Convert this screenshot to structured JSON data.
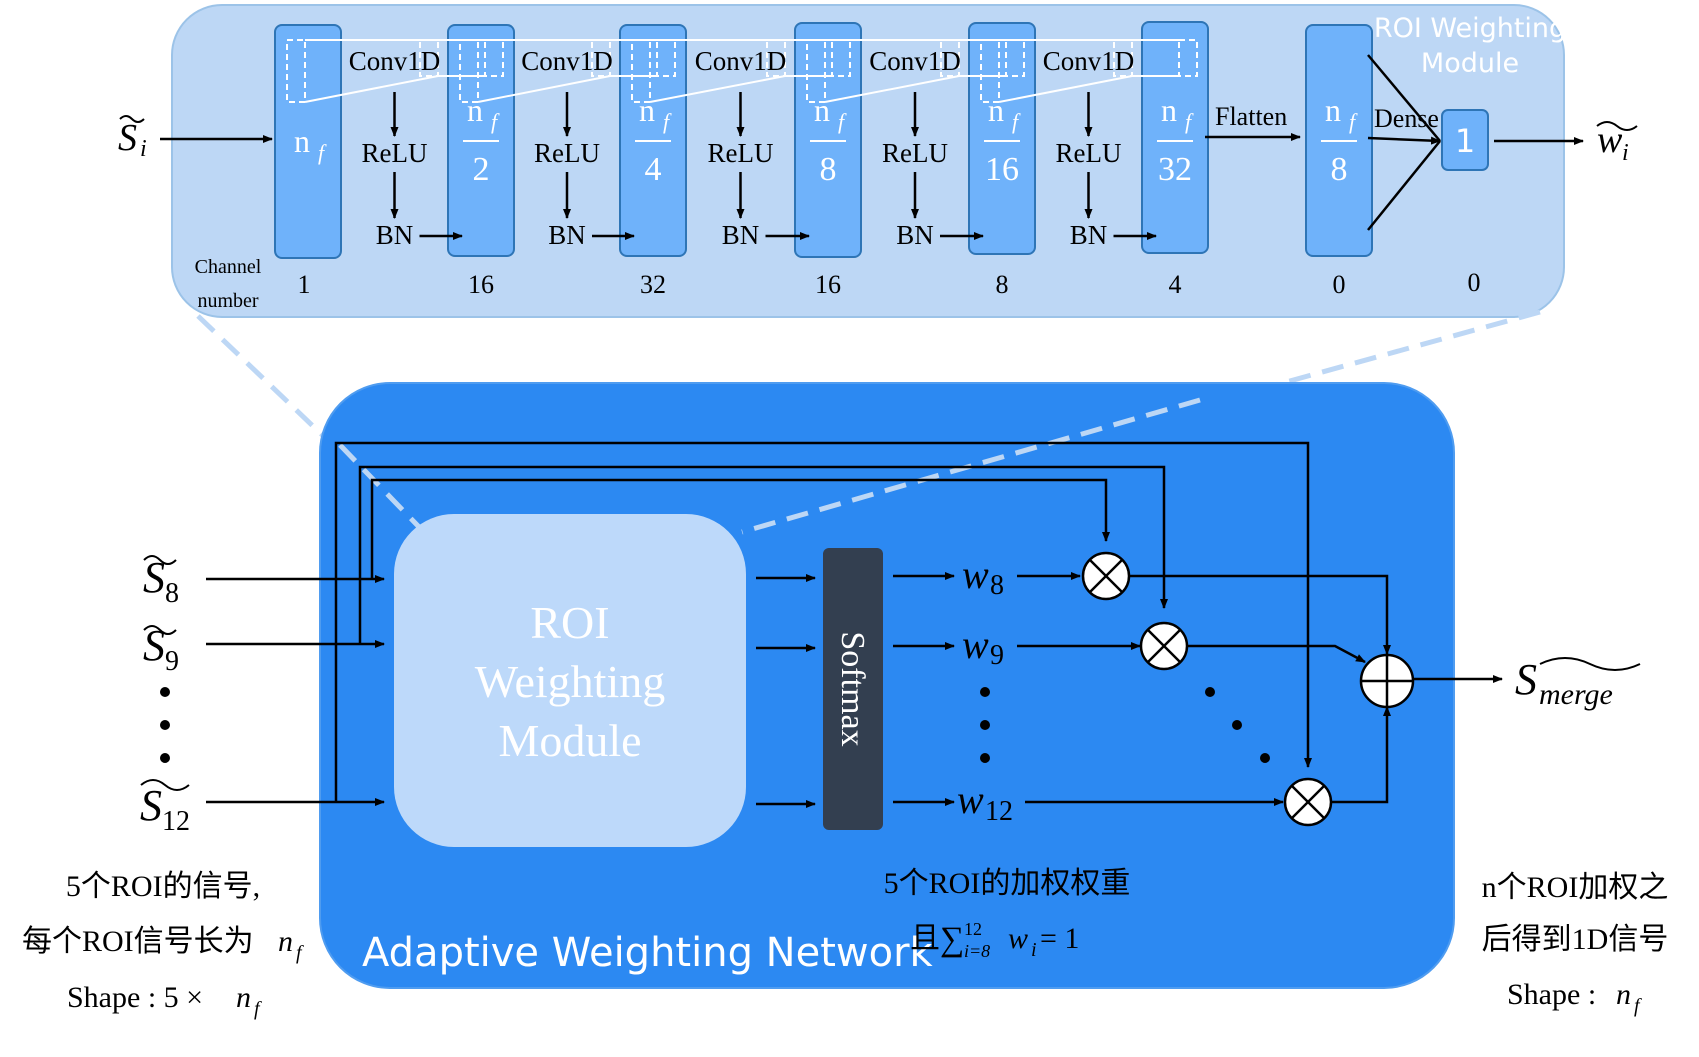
{
  "detail": {
    "input_symbol": "S",
    "input_sub": "i",
    "output_symbol": "w",
    "output_sub": "i",
    "module_label_line1": "ROI Weighting",
    "module_label_line2": "Module",
    "channel_label_line1": "Channel",
    "channel_label_line2": "number",
    "ops": [
      "Conv1D",
      "ReLU",
      "BN"
    ],
    "flatten": "Flatten",
    "dense": "Dense",
    "nf": "n",
    "nf_sub": "f",
    "blocks": [
      {
        "den": "",
        "channels": "1"
      },
      {
        "den": "2",
        "channels": "16"
      },
      {
        "den": "4",
        "channels": "32"
      },
      {
        "den": "8",
        "channels": "16"
      },
      {
        "den": "16",
        "channels": "8"
      },
      {
        "den": "32",
        "channels": "4"
      },
      {
        "den": "8",
        "channels": "0"
      }
    ],
    "output_box": {
      "value": "1",
      "channels": "0"
    }
  },
  "network": {
    "title": "Adaptive Weighting Network",
    "module_lines": [
      "ROI",
      "Weighting",
      "Module"
    ],
    "softmax": "Softmax",
    "inputs": [
      {
        "symbol": "S",
        "sub": "8"
      },
      {
        "symbol": "S",
        "sub": "9"
      },
      {
        "symbol": "S",
        "sub": "12"
      }
    ],
    "weights": [
      {
        "symbol": "w",
        "sub": "8"
      },
      {
        "symbol": "w",
        "sub": "9"
      },
      {
        "symbol": "w",
        "sub": "12"
      }
    ],
    "output": {
      "symbol": "S",
      "sub": "merge"
    }
  },
  "captions": {
    "left_line1": "5个ROI的信号,",
    "left_line2": "每个ROI信号长为",
    "left_line3": "Shape : 5 ×",
    "middle_line1": "5个ROI的加权权重",
    "middle_line2_prefix": "且",
    "middle_sum_sup": "12",
    "middle_sum_sub": "i=8",
    "middle_line2_suffix": " = 1",
    "right_line1": "n个ROI加权之",
    "right_line2": "后得到1D信号",
    "right_line3": "Shape :"
  },
  "colors": {
    "detail_bg": "#BDD7F5",
    "block_fill": "#6FB2FA",
    "network_bg": "#2C89F2",
    "module_fill": "#BDD9FA",
    "softmax_fill": "#333F50",
    "dashed": "#BDD7F5"
  }
}
